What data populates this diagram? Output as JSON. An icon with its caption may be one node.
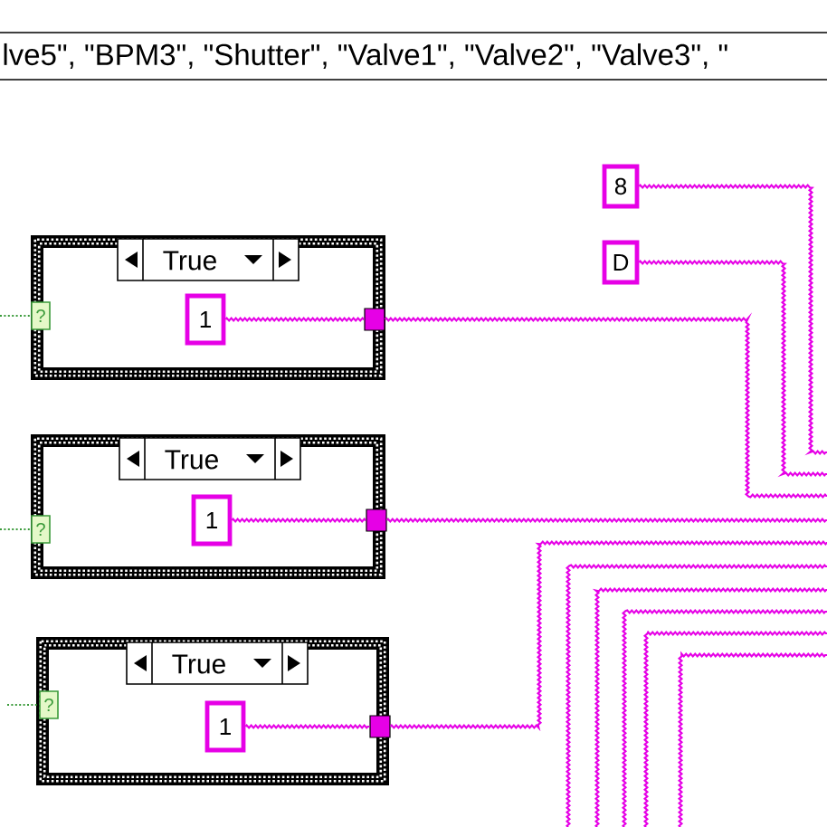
{
  "diagram": {
    "nodes": [
      {
        "text": [
          "lve5\", \"BPM3\", \"Shutter\", \"Valve1\", \"Valve2\", \"Valve3\", \""
        ]
      },
      {
        "text": [
          "8"
        ]
      },
      {
        "text": [
          "D"
        ]
      },
      {
        "text": [
          "True"
        ]
      },
      {
        "text": [
          "?"
        ],
        "in": 3
      },
      {
        "text": [
          "1"
        ],
        "in": 3
      },
      {
        "text": [],
        "shape": "box",
        "in": 3
      },
      {
        "text": [
          "True"
        ]
      },
      {
        "text": [
          "?"
        ],
        "in": 7
      },
      {
        "text": [
          "1"
        ],
        "in": 7
      },
      {
        "text": [],
        "shape": "box",
        "in": 7
      },
      {
        "text": [
          "True"
        ]
      },
      {
        "text": [
          "?"
        ],
        "in": 11
      },
      {
        "text": [
          "1"
        ],
        "in": 11
      },
      {
        "text": [],
        "shape": "box",
        "in": 11
      }
    ],
    "edges": [
      {
        "from": 1,
        "to": null,
        "arrow": "none"
      },
      {
        "from": 2,
        "to": null,
        "arrow": "none"
      },
      {
        "from": null,
        "to": 4,
        "arrow": "none",
        "style": "dashed",
        "color": "#3a9a3a"
      },
      {
        "from": 5,
        "to": 6,
        "arrow": "none"
      },
      {
        "from": 6,
        "to": null,
        "arrow": "none"
      },
      {
        "from": null,
        "to": 8,
        "arrow": "none",
        "style": "dashed",
        "color": "#3a9a3a"
      },
      {
        "from": 9,
        "to": 10,
        "arrow": "none"
      },
      {
        "from": 10,
        "to": null,
        "arrow": "none"
      },
      {
        "from": null,
        "to": 12,
        "arrow": "none",
        "style": "dashed",
        "color": "#3a9a3a"
      },
      {
        "from": 13,
        "to": 14,
        "arrow": "none"
      },
      {
        "from": 14,
        "to": null,
        "arrow": "none"
      }
    ]
  }
}
